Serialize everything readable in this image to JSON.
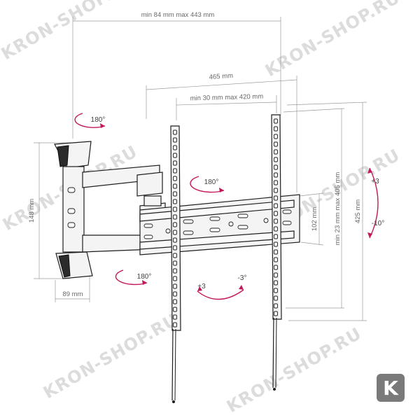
{
  "dimensions": {
    "arm_extension": "min 84 mm max 443 mm",
    "bracket_width": "465 mm",
    "mount_spacing": "min 30 mm max 420 mm",
    "bracket_height": "102 mm",
    "vertical_spacing": "min 23 mm max 405 mm",
    "total_height": "425 mm",
    "wall_plate_height": "148 mm",
    "wall_plate_depth": "89 mm"
  },
  "rotations": {
    "arm_top": "180°",
    "bracket_swivel": "180°",
    "arm_bottom": "180°",
    "tilt_up_left": "+3",
    "tilt_down_left": "-3°",
    "tilt_up_right": "+3",
    "tilt_down_right": "-10°"
  },
  "watermark": "KRON-SHOP.RU",
  "logo_letter": "K",
  "colors": {
    "rotation_arrow": "#c2185b",
    "watermark": "#dcdcdc",
    "logo_bg": "#7a7a7a"
  }
}
